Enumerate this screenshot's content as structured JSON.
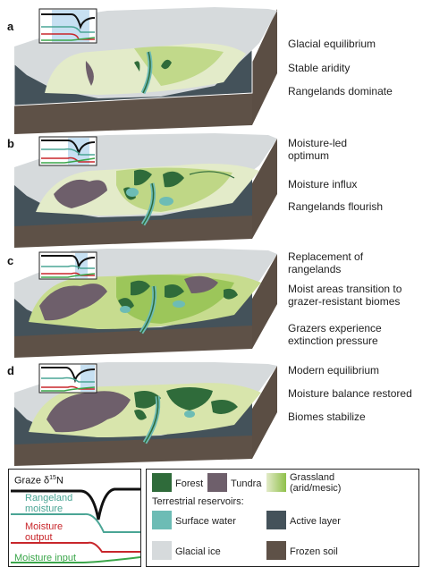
{
  "panels": [
    {
      "letter": "a",
      "notes": [
        "Glacial equilibrium",
        "Stable aridity",
        "Rangelands dominate"
      ]
    },
    {
      "letter": "b",
      "notes": [
        "Moisture-led optimum",
        "Moisture influx",
        "Rangelands flourish"
      ]
    },
    {
      "letter": "c",
      "notes": [
        "Replacement of rangelands",
        "Moist areas transition to grazer-resistant biomes",
        "Grazers experience extinction pressure"
      ]
    },
    {
      "letter": "d",
      "notes": [
        "Modern equilibrium",
        "Moisture balance restored",
        "Biomes stabilize"
      ]
    }
  ],
  "legend_curves": {
    "graze_label": "Graze δ",
    "graze_sup": "15",
    "graze_unit": "N",
    "rangeland_moisture": "Rangeland moisture",
    "moisture_output": "Moisture output",
    "moisture_input": "Moisture input"
  },
  "legend_biomes": {
    "forest": "Forest",
    "tundra": "Tundra",
    "grassland": "Grassland (arid/mesic)",
    "reservoirs_title": "Terrestrial reservoirs:",
    "surface_water": "Surface water",
    "active_layer": "Active layer",
    "glacial_ice": "Glacial ice",
    "frozen_soil": "Frozen soil"
  },
  "colors": {
    "forest": "#2f6b3a",
    "tundra": "#6e5f6b",
    "grassland_arid": "#e3ebc9",
    "grassland_mesic": "#8fc04a",
    "surface_water": "#6dbcb5",
    "active_layer": "#44525a",
    "glacial_ice": "#d6dadc",
    "frozen_soil": "#5e5147",
    "graze_curve": "#111111",
    "rangeland_curve": "#4aa595",
    "output_curve": "#c8262b",
    "input_curve": "#3aa64a"
  }
}
